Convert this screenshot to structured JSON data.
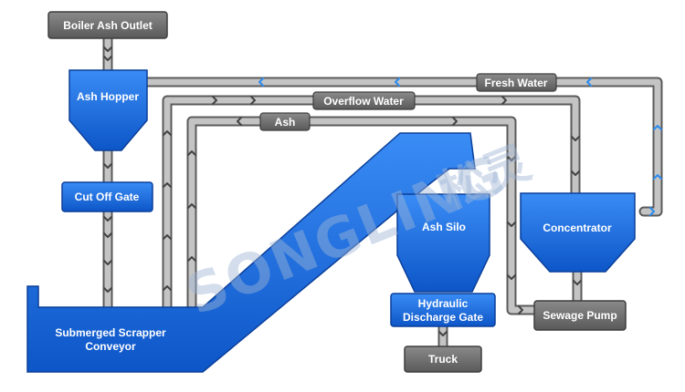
{
  "labels": {
    "boiler_ash_outlet": "Boiler Ash Outlet",
    "ash_hopper": "Ash Hopper",
    "cut_off_gate": "Cut Off Gate",
    "fresh_water": "Fresh Water",
    "overflow_water": "Overflow Water",
    "ash": "Ash",
    "ash_silo": "Ash Silo",
    "concentrator": "Concentrator",
    "hydraulic_discharge_gate_line1": "Hydraulic",
    "hydraulic_discharge_gate_line2": "Discharge Gate",
    "sewage_pump": "Sewage Pump",
    "truck": "Truck",
    "submerged_scrapper_conveyor_line1": "Submerged Scrapper",
    "submerged_scrapper_conveyor_line2": "Conveyor"
  },
  "watermark": {
    "text": "SONGLING",
    "chinese": "松灵"
  },
  "colors": {
    "equipment_blue": "#1f6fe0",
    "equipment_blue_dark": "#0d4cb3",
    "pipe_gray": "#b5b5b5",
    "pipe_outline": "#555555",
    "gray_box": "#6d6d6d",
    "arrow_blue": "#2a8cf0",
    "arrow_dark": "#4a4a4a"
  }
}
